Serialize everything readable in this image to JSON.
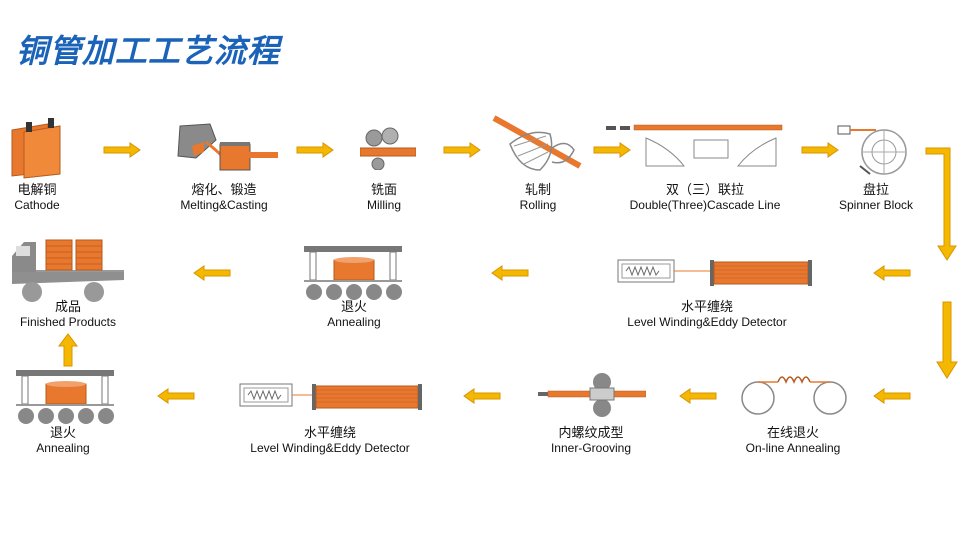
{
  "title": "铜管加工工艺流程",
  "colors": {
    "title": "#1a63b8",
    "arrow": "#f5b800",
    "arrow_stroke": "#d99400",
    "copper": "#d9703a",
    "gray": "#9a9a9a"
  },
  "steps": [
    {
      "id": "cathode",
      "zh": "电解铜",
      "en": "Cathode"
    },
    {
      "id": "melting",
      "zh": "熔化、锻造",
      "en": "Melting&Casting"
    },
    {
      "id": "milling",
      "zh": "铣面",
      "en": "Milling"
    },
    {
      "id": "rolling",
      "zh": "轧制",
      "en": "Rolling"
    },
    {
      "id": "cascade",
      "zh": "双（三）联拉",
      "en": "Double(Three)Cascade Line"
    },
    {
      "id": "spinner",
      "zh": "盘拉",
      "en": "Spinner Block"
    },
    {
      "id": "level1",
      "zh": "水平缠绕",
      "en": "Level Winding&Eddy Detector"
    },
    {
      "id": "anneal1",
      "zh": "退火",
      "en": "Annealing"
    },
    {
      "id": "finished",
      "zh": "成品",
      "en": "Finished Products"
    },
    {
      "id": "online",
      "zh": "在线退火",
      "en": "On-line Annealing"
    },
    {
      "id": "groove",
      "zh": "内螺纹成型",
      "en": "Inner-Grooving"
    },
    {
      "id": "level2",
      "zh": "水平缠绕",
      "en": "Level Winding&Eddy Detector"
    },
    {
      "id": "anneal2",
      "zh": "退火",
      "en": "Annealing"
    }
  ]
}
